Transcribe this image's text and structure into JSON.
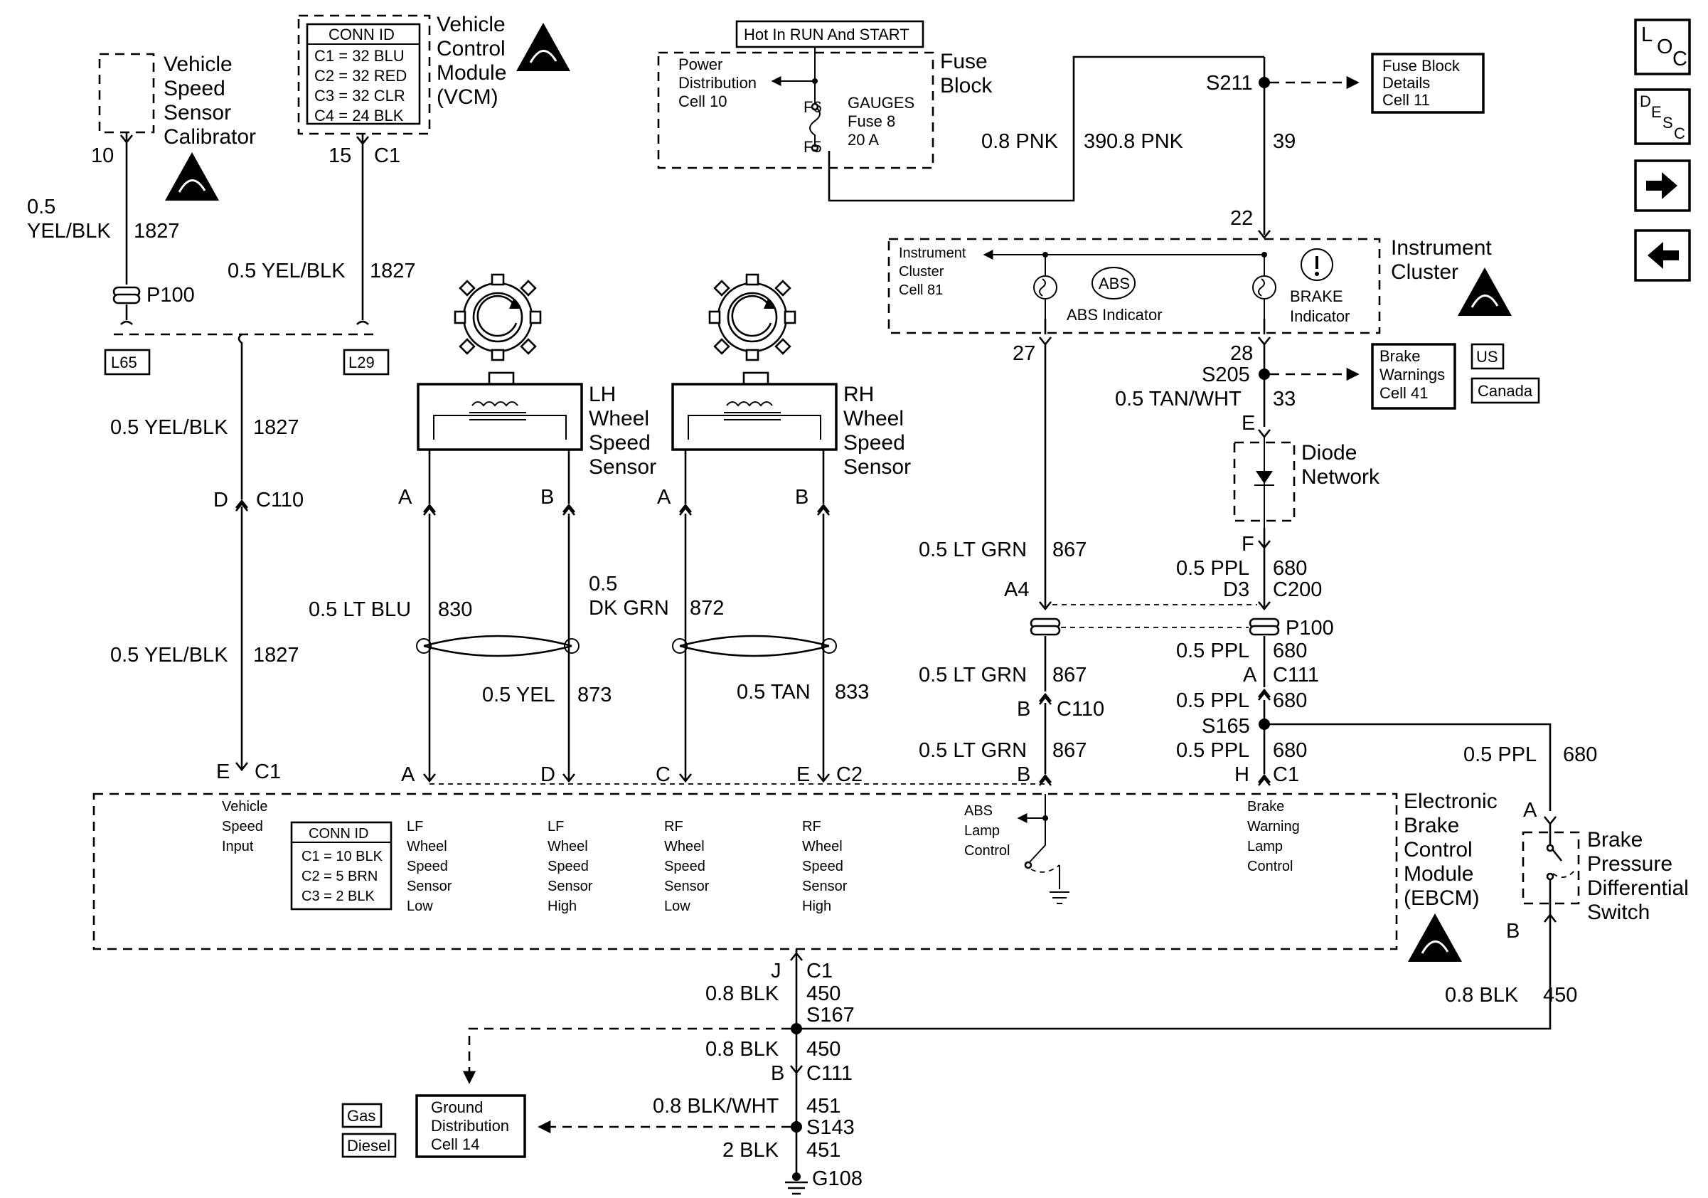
{
  "nav": {
    "loc": {
      "a": "L",
      "b": "O",
      "c": "C"
    },
    "desc": {
      "a": "D",
      "b": "E",
      "c": "S",
      "d": "C"
    },
    "next_icon": "arrow-right-icon",
    "prev_icon": "arrow-left-icon"
  },
  "vss_cal": {
    "l1": "Vehicle",
    "l2": "Speed",
    "l3": "Sensor",
    "l4": "Calibrator",
    "pin": "10",
    "wire_size": "0.5",
    "wire_color": "YEL/BLK",
    "circuit": "1827"
  },
  "vcm": {
    "l1": "Vehicle",
    "l2": "Control",
    "l3": "Module",
    "l4": "(VCM)",
    "conn_title": "CONN ID",
    "conn": [
      "C1 = 32 BLU",
      "C2 = 32 RED",
      "C3 = 32 CLR",
      "C4 = 24 BLK"
    ],
    "pin": "15",
    "conn_label": "C1",
    "wire": "0.5 YEL/BLK",
    "circuit": "1827"
  },
  "p100_a": "P100",
  "l65": "L65",
  "l29": "L29",
  "vss_wire1": {
    "label": "0.5 YEL/BLK",
    "circuit": "1827"
  },
  "c110": {
    "pin": "D",
    "label": "C110"
  },
  "vss_wire2": {
    "label": "0.5 YEL/BLK",
    "circuit": "1827"
  },
  "fuse": {
    "hot": "Hot In RUN And START",
    "pd1": "Power",
    "pd2": "Distribution",
    "pd3": "Cell 10",
    "f6": "F6",
    "f5": "F5",
    "g1": "GAUGES",
    "g2": "Fuse 8",
    "g3": "20 A",
    "fb1": "Fuse",
    "fb2": "Block"
  },
  "pnk_left": {
    "label": "0.8 PNK",
    "circuit": "39"
  },
  "pnk_right": {
    "label": "0.8 PNK",
    "circuit": "39"
  },
  "s211": "S211",
  "fuse_details": {
    "l1": "Fuse Block",
    "l2": "Details",
    "l3": "Cell 11"
  },
  "ic": {
    "pin22": "22",
    "c1": "Instrument",
    "c2": "Cluster",
    "c3": "Cell 81",
    "abs_symbol": "ABS",
    "abs_ind": "ABS Indicator",
    "brake1": "BRAKE",
    "brake2": "Indicator",
    "t1": "Instrument",
    "t2": "Cluster",
    "pin27": "27",
    "pin28": "28"
  },
  "s205": "S205",
  "brake_warn": {
    "l1": "Brake",
    "l2": "Warnings",
    "l3": "Cell 41",
    "us": "US",
    "canada": "Canada"
  },
  "tan_wht": {
    "label": "0.5 TAN/WHT",
    "circuit": "33"
  },
  "diode": {
    "pin_e": "E",
    "l1": "Diode",
    "l2": "Network",
    "pin_f": "F"
  },
  "ppl1": {
    "label": "0.5 PPL",
    "circuit": "680",
    "pin": "D3",
    "conn": "C200"
  },
  "ltgrn1": {
    "label": "0.5 LT GRN",
    "circuit": "867"
  },
  "a4": "A4",
  "p100_b": "P100",
  "ppl2": {
    "label": "0.5 PPL",
    "circuit": "680",
    "pin": "A",
    "conn": "C111"
  },
  "ltgrn2": {
    "label": "0.5 LT GRN",
    "circuit": "867"
  },
  "c110b": {
    "pin": "B",
    "conn": "C110"
  },
  "ppl3": {
    "label": "0.5 PPL",
    "circuit": "680"
  },
  "s165": "S165",
  "ltgrn3": {
    "label": "0.5 LT GRN",
    "circuit": "867",
    "pin": "B"
  },
  "ppl4": {
    "label": "0.5 PPL",
    "circuit": "680",
    "pin": "H",
    "conn": "C1"
  },
  "ppl5": {
    "label": "0.5 PPL",
    "circuit": "680"
  },
  "lh": {
    "l1": "LH",
    "l2": "Wheel",
    "l3": "Speed",
    "l4": "Sensor",
    "pin_a": "A",
    "pin_b": "B"
  },
  "rh": {
    "l1": "RH",
    "l2": "Wheel",
    "l3": "Speed",
    "l4": "Sensor",
    "pin_a": "A",
    "pin_b": "B"
  },
  "ltblu": {
    "label": "0.5 LT BLU",
    "circuit": "830"
  },
  "dkgrn": {
    "l1": "0.5",
    "l2": "DK GRN",
    "circuit": "872"
  },
  "yel": {
    "label": "0.5 YEL",
    "circuit": "873"
  },
  "tan": {
    "label": "0.5 TAN",
    "circuit": "833"
  },
  "ebcm": {
    "pin_e": "E",
    "c1": "C1",
    "pin_a": "A",
    "pin_d": "D",
    "pin_c": "C",
    "pin_e2": "E",
    "c2": "C2",
    "vsi1": "Vehicle",
    "vsi2": "Speed",
    "vsi3": "Input",
    "conn_title": "CONN ID",
    "conn": [
      "C1 = 10 BLK",
      "C2 =  5 BRN",
      "C3 =  2 BLK"
    ],
    "lf_low": [
      "LF",
      "Wheel",
      "Speed",
      "Sensor",
      "Low"
    ],
    "lf_high": [
      "LF",
      "Wheel",
      "Speed",
      "Sensor",
      "High"
    ],
    "rf_low": [
      "RF",
      "Wheel",
      "Speed",
      "Sensor",
      "Low"
    ],
    "rf_high": [
      "RF",
      "Wheel",
      "Speed",
      "Sensor",
      "High"
    ],
    "abs_lamp": [
      "ABS",
      "Lamp",
      "Control"
    ],
    "brake_lamp": [
      "Brake",
      "Warning",
      "Lamp",
      "Control"
    ],
    "t1": "Electronic",
    "t2": "Brake",
    "t3": "Control",
    "t4": "Module",
    "t5": "(EBCM)"
  },
  "bpds": {
    "pin_a": "A",
    "l1": "Brake",
    "l2": "Pressure",
    "l3": "Differential",
    "l4": "Switch",
    "pin_b": "B"
  },
  "gnd": {
    "pin_j": "J",
    "c1": "C1",
    "w1_label": "0.8 BLK",
    "w1_circ": "450",
    "s167": "S167",
    "w2_label": "0.8 BLK",
    "w2_circ": "450",
    "pin_b": "B",
    "c111": "C111",
    "w3_label": "0.8 BLK/WHT",
    "w3_circ": "451",
    "s143": "S143",
    "w4_label": "2 BLK",
    "w4_circ": "451",
    "g108": "G108",
    "right_label": "0.8 BLK",
    "right_circ": "450",
    "gd1": "Ground",
    "gd2": "Distribution",
    "gd3": "Cell 14",
    "gas": "Gas",
    "diesel": "Diesel"
  }
}
